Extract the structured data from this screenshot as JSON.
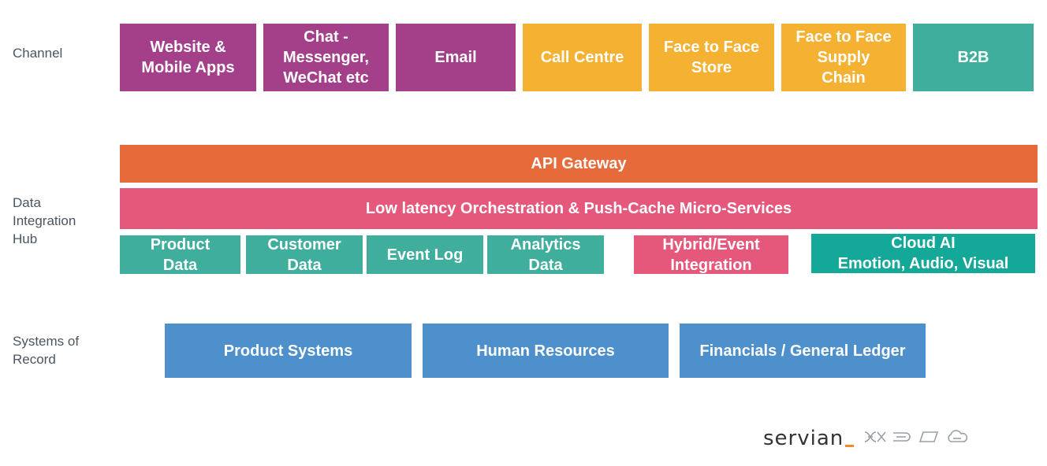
{
  "layers": {
    "channel": "Channel",
    "hub": "Data\nIntegration\nHub",
    "record": "Systems of\nRecord"
  },
  "channels": [
    "Website &\nMobile Apps",
    "Chat -\nMessenger,\nWeChat etc",
    "Email",
    "Call Centre",
    "Face to Face\nStore",
    "Face to Face\nSupply\nChain",
    "B2B"
  ],
  "hub": {
    "gateway": "API Gateway",
    "orchestration": "Low latency Orchestration & Push-Cache Micro-Services",
    "services": [
      "Product\nData",
      "Customer\nData",
      "Event Log",
      "Analytics\nData",
      "Hybrid/Event\nIntegration",
      "Cloud AI\nEmotion, Audio, Visual"
    ]
  },
  "records": [
    "Product Systems",
    "Human Resources",
    "Financials / General Ledger"
  ],
  "brand": {
    "name": "servian"
  },
  "colors": {
    "purple": "#a43f8a",
    "yellow": "#f5b132",
    "teal": "#3fae9c",
    "orange": "#e76b3a",
    "pink": "#e6587b",
    "blue": "#4d90cc",
    "brand_accent": "#f28c28"
  }
}
